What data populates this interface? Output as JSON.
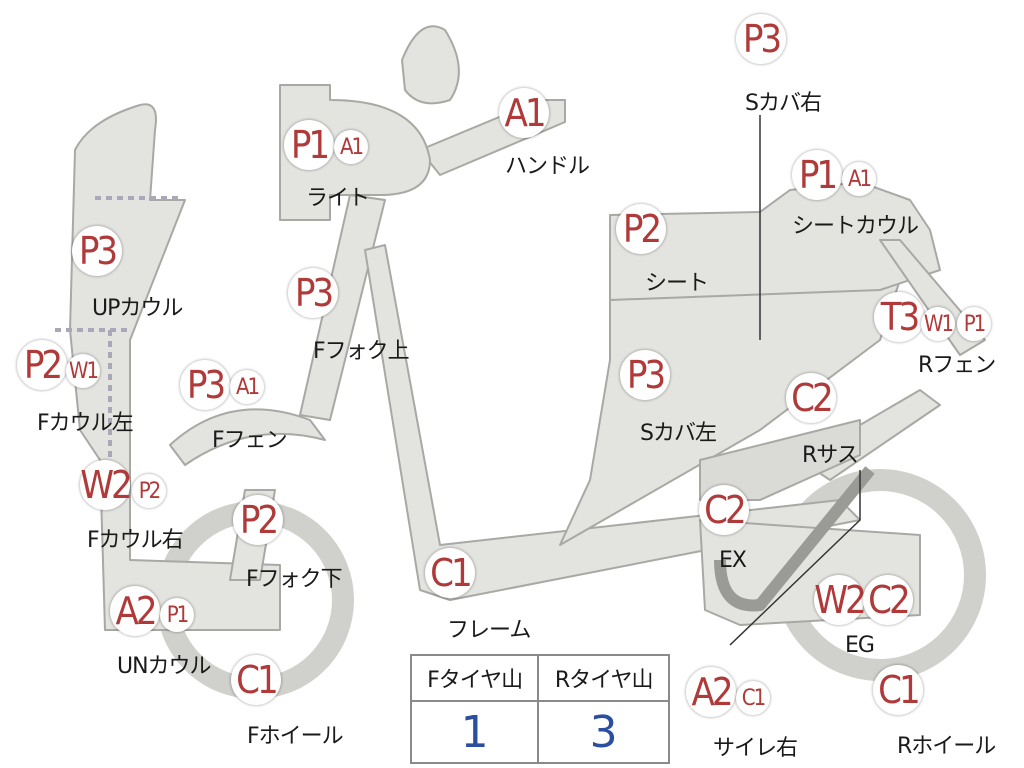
{
  "parts": [
    {
      "label": "Sカバ右",
      "badges": [
        "P3"
      ]
    },
    {
      "label": "ハンドル",
      "badges": [
        "A1"
      ]
    },
    {
      "label": "ライト",
      "badges": [
        "P1",
        "A1"
      ]
    },
    {
      "label": "シートカウル",
      "badges": [
        "P1",
        "A1"
      ]
    },
    {
      "label": "シート",
      "badges": [
        "P2"
      ]
    },
    {
      "label": "UPカウル",
      "badges": [
        "P3"
      ]
    },
    {
      "label": "Fフォク上",
      "badges": [
        "P3"
      ]
    },
    {
      "label": "Rフェン",
      "badges": [
        "T3",
        "W1",
        "P1"
      ]
    },
    {
      "label": "Fカウル左",
      "badges": [
        "P2",
        "W1"
      ]
    },
    {
      "label": "Fフェン",
      "badges": [
        "P3",
        "A1"
      ]
    },
    {
      "label": "Sカバ左",
      "badges": [
        "P3"
      ]
    },
    {
      "label": "Rサス",
      "badges": [
        "C2"
      ]
    },
    {
      "label": "Fカウル右",
      "badges": [
        "W2",
        "P2"
      ]
    },
    {
      "label": "Fフォク下",
      "badges": [
        "P2"
      ]
    },
    {
      "label": "EX",
      "badges": [
        "C2"
      ]
    },
    {
      "label": "EG",
      "badges": [
        "W2",
        "C2"
      ]
    },
    {
      "label": "フレーム",
      "badges": [
        "C1"
      ]
    },
    {
      "label": "UNカウル",
      "badges": [
        "A2",
        "P1"
      ]
    },
    {
      "label": "Fホイール",
      "badges": [
        "C1"
      ]
    },
    {
      "label": "サイレ右",
      "badges": [
        "A2",
        "C1"
      ]
    },
    {
      "label": "Rホイール",
      "badges": [
        "C1"
      ]
    }
  ],
  "tire_table": {
    "headers": [
      "Fタイヤ山",
      "Rタイヤ山"
    ],
    "values": [
      "1",
      "3"
    ]
  },
  "colors": {
    "badge_text": "#b03a3a",
    "tire_value": "#2b4f9e",
    "part_fill": "#e3e3df",
    "part_stroke": "#a8a8a4"
  }
}
